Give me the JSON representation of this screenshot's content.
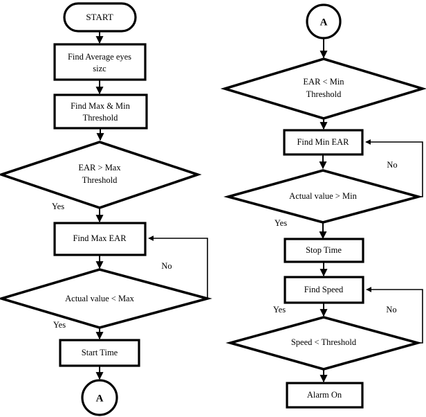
{
  "diagram": {
    "title": "Eye Aspect Ratio Drowsiness Detection Flowchart",
    "background_color": "#ffffff",
    "stroke_color": "#000000",
    "left_column": {
      "start": "START",
      "step_find_average": "Find Average eyes",
      "step_find_average_line2": "sizc",
      "step_find_threshold": "Find Max & Min",
      "step_find_threshold_line2": "Threshold",
      "decision_ear_max": "EAR >  Max",
      "decision_ear_max_line2": "Threshold",
      "decision_ear_max_yes": "Yes",
      "step_find_max_ear": "Find Max EAR",
      "decision_actual_max": "Actual value < Max",
      "decision_actual_max_yes": "Yes",
      "decision_actual_max_no": "No",
      "step_start_time": "Start Time",
      "connector_out": "A"
    },
    "right_column": {
      "connector_in": "A",
      "decision_ear_min": "EAR <  Min",
      "decision_ear_min_line2": "Threshold",
      "step_find_min_ear": "Find Min EAR",
      "decision_actual_min": "Actual value > Min",
      "decision_actual_min_yes": "Yes",
      "decision_actual_min_no": "No",
      "step_stop_time": "Stop Time",
      "step_find_speed": "Find Speed",
      "decision_speed": "Speed < Threshold",
      "decision_speed_yes": "Yes",
      "decision_speed_no": "No",
      "step_alarm_on": "Alarm On"
    }
  }
}
